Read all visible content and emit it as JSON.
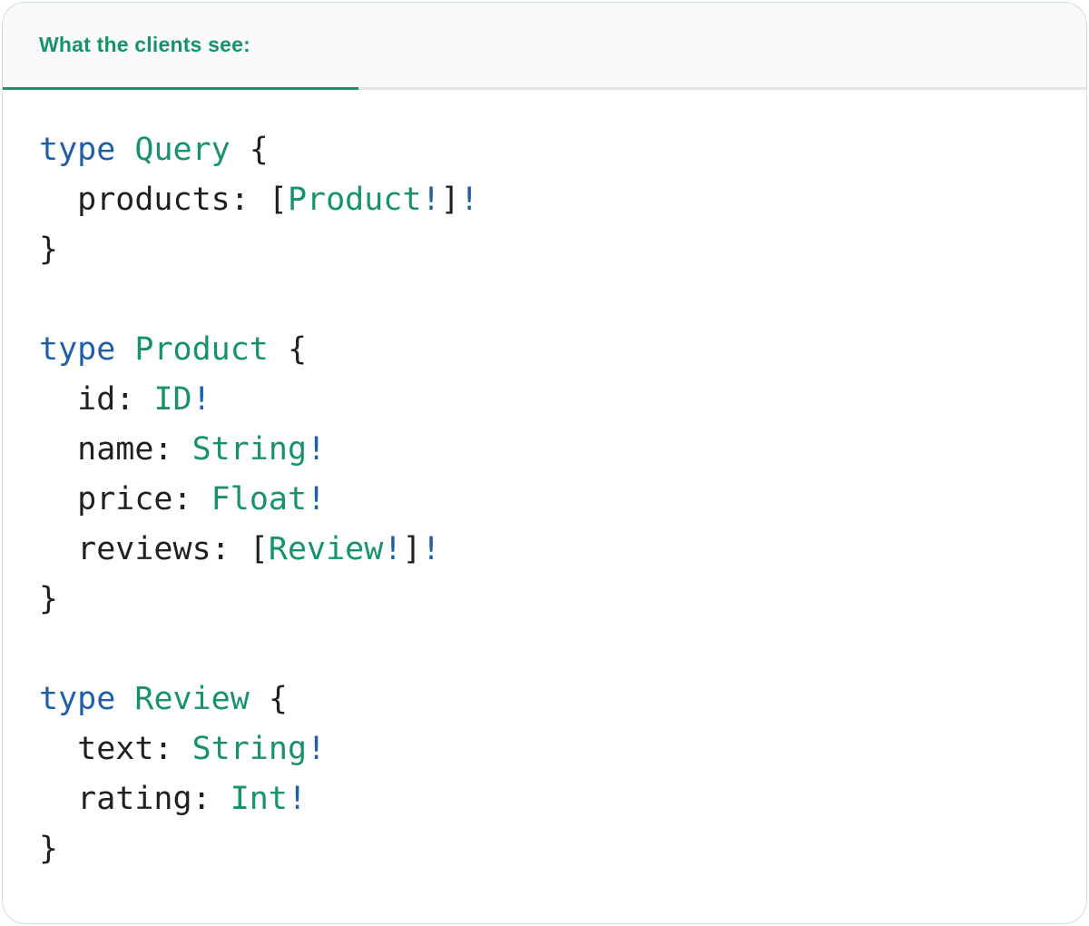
{
  "panel": {
    "tab": {
      "label": "What the clients see:"
    },
    "colors": {
      "accent_green": "#18926E",
      "keyword_blue": "#1F5FA8",
      "code_dark": "#1E2124",
      "divider_gray": "#E5E5E5",
      "header_bg": "#FAFAFA",
      "card_border": "#C8E4D6",
      "card_bg": "#FFFFFF"
    },
    "code": {
      "language": "graphql",
      "lines": [
        [
          [
            "kw",
            "type"
          ],
          [
            "pu",
            " "
          ],
          [
            "ty",
            "Query"
          ],
          [
            "pu",
            " {"
          ]
        ],
        [
          [
            "fi",
            "  products"
          ],
          [
            "pu",
            ": ["
          ],
          [
            "ty",
            "Product"
          ],
          [
            "bg",
            "!"
          ],
          [
            "pu",
            "]"
          ],
          [
            "bg",
            "!"
          ]
        ],
        [
          [
            "pu",
            "}"
          ]
        ],
        [],
        [
          [
            "kw",
            "type"
          ],
          [
            "pu",
            " "
          ],
          [
            "ty",
            "Product"
          ],
          [
            "pu",
            " {"
          ]
        ],
        [
          [
            "fi",
            "  id"
          ],
          [
            "pu",
            ": "
          ],
          [
            "ty",
            "ID"
          ],
          [
            "bg",
            "!"
          ]
        ],
        [
          [
            "fi",
            "  name"
          ],
          [
            "pu",
            ": "
          ],
          [
            "ty",
            "String"
          ],
          [
            "bg",
            "!"
          ]
        ],
        [
          [
            "fi",
            "  price"
          ],
          [
            "pu",
            ": "
          ],
          [
            "ty",
            "Float"
          ],
          [
            "bg",
            "!"
          ]
        ],
        [
          [
            "fi",
            "  reviews"
          ],
          [
            "pu",
            ": ["
          ],
          [
            "ty",
            "Review"
          ],
          [
            "bg",
            "!"
          ],
          [
            "pu",
            "]"
          ],
          [
            "bg",
            "!"
          ]
        ],
        [
          [
            "pu",
            "}"
          ]
        ],
        [],
        [
          [
            "kw",
            "type"
          ],
          [
            "pu",
            " "
          ],
          [
            "ty",
            "Review"
          ],
          [
            "pu",
            " {"
          ]
        ],
        [
          [
            "fi",
            "  text"
          ],
          [
            "pu",
            ": "
          ],
          [
            "ty",
            "String"
          ],
          [
            "bg",
            "!"
          ]
        ],
        [
          [
            "fi",
            "  rating"
          ],
          [
            "pu",
            ": "
          ],
          [
            "ty",
            "Int"
          ],
          [
            "bg",
            "!"
          ]
        ],
        [
          [
            "pu",
            "}"
          ]
        ]
      ]
    }
  }
}
